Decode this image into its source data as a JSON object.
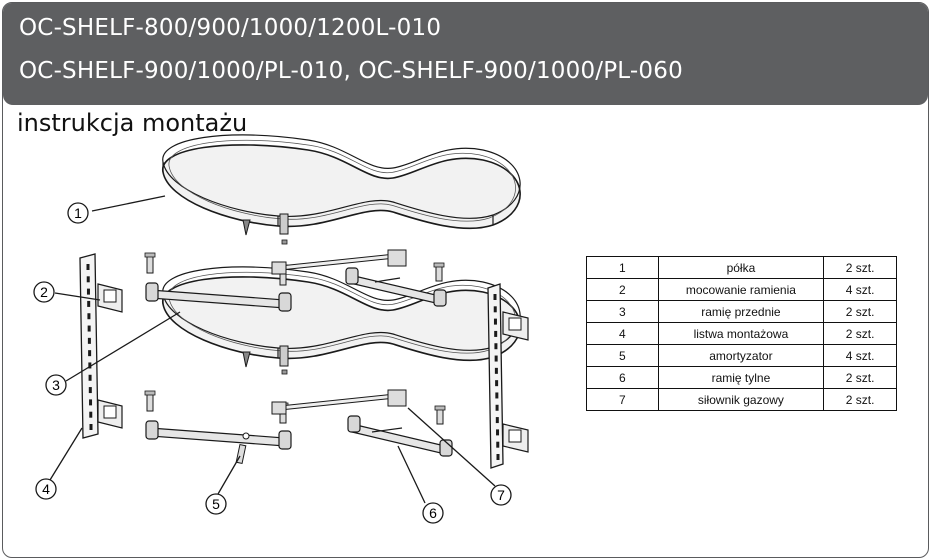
{
  "header": {
    "line1": "OC-SHELF-800/900/1000/1200L-010",
    "line2": "OC-SHELF-900/1000/PL-010,  OC-SHELF-900/1000/PL-060"
  },
  "subtitle": "instrukcja montażu",
  "callouts": [
    "1",
    "2",
    "3",
    "4",
    "5",
    "6",
    "7"
  ],
  "parts": [
    {
      "no": "1",
      "name": "półka",
      "qty": "2 szt."
    },
    {
      "no": "2",
      "name": "mocowanie ramienia",
      "qty": "4 szt."
    },
    {
      "no": "3",
      "name": "ramię przednie",
      "qty": "2 szt."
    },
    {
      "no": "4",
      "name": "listwa montażowa",
      "qty": "2 szt."
    },
    {
      "no": "5",
      "name": "amortyzator",
      "qty": "4 szt."
    },
    {
      "no": "6",
      "name": "ramię tylne",
      "qty": "2 szt."
    },
    {
      "no": "7",
      "name": "siłownik gazowy",
      "qty": "2 szt."
    }
  ],
  "colors": {
    "header_bg": "#5e5f61",
    "header_text": "#ffffff",
    "line": "#1a1a1a"
  }
}
